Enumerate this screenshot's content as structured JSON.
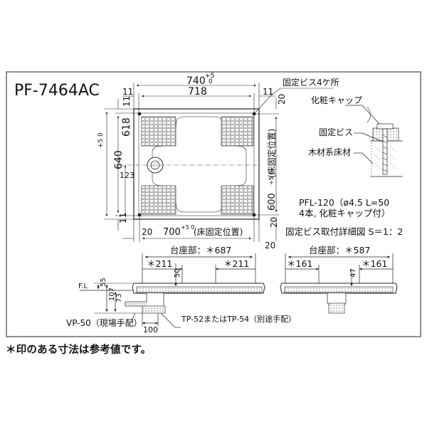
{
  "model": "PF-7464AC",
  "top_view": {
    "width_total": "740",
    "width_total_tol_upper": "+5",
    "width_total_tol_lower": "0",
    "width_inner": "718",
    "edge_left": "11",
    "edge_right": "11",
    "edge_top": "11",
    "edge_top_right": "20",
    "height_total": "640",
    "height_total_tol": "+5 0",
    "height_inner": "618",
    "drain_offset": "123",
    "bottom_left_11": "11",
    "bottom_left_20": "20",
    "bottom_right_20": "20",
    "bottom_far_right_20": "20",
    "fixing_width": "700",
    "fixing_width_tol": "+5 0",
    "fixing_width_note": "(床固定位置)",
    "fixing_height": "600",
    "fixing_height_tol": "+5 0",
    "fixing_height_note": "(床固定位置)",
    "screw_callout": "固定ビス4ケ所"
  },
  "detail": {
    "cap_label": "化粧キャップ",
    "screw_label": "固定ビス",
    "floor_label": "木材系床材",
    "spec_line1": "PFL-120（ø4.5 L=50",
    "spec_line2": "4本, 化粧キャップ付）",
    "title": "固定ビス取付詳細図  S＝1：2"
  },
  "front_view": {
    "base_label": "台座部：＊687",
    "dim_left": "＊211",
    "dim_right": "＊211",
    "dim_50": "50",
    "fl": "F.L",
    "dim_55": "55",
    "dim_107": "107",
    "dim_73": "73",
    "dim_100": "100",
    "vp_label": "VP-50（現場手配）",
    "tp_label": "TP-52またはTP-54（別途手配）"
  },
  "side_view": {
    "base_label": "台座部：＊587",
    "dim_left": "＊161",
    "dim_right": "＊161",
    "dim_47": "47"
  },
  "footnote": "＊印のある寸法は参考値です。"
}
